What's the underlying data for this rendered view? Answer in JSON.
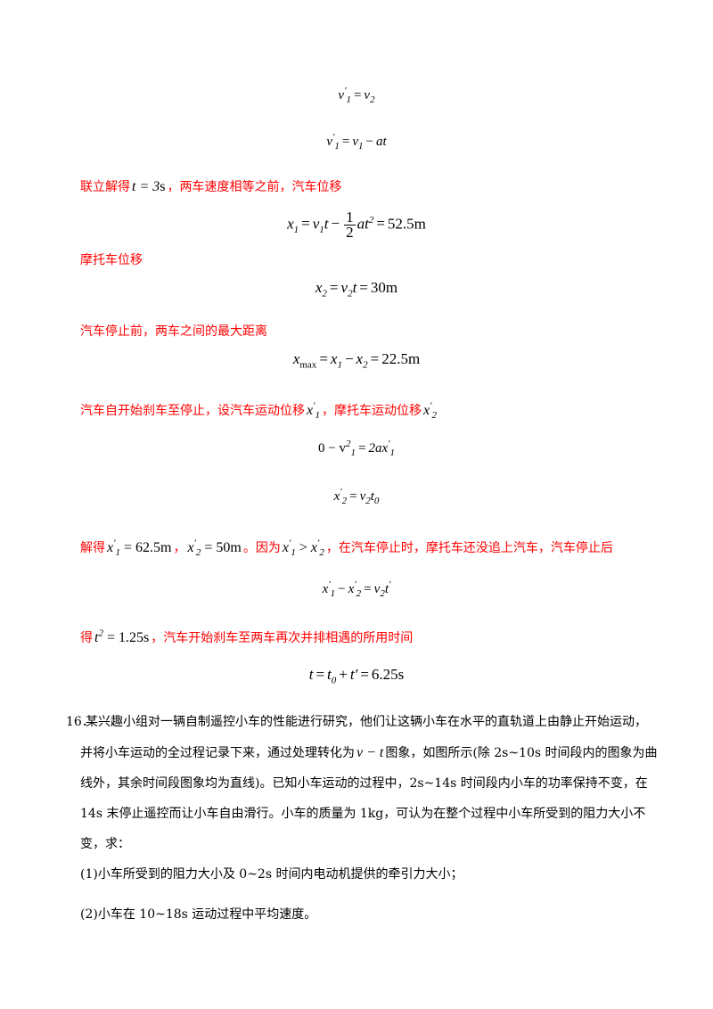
{
  "eq1": {
    "lhs": "v",
    "lhs_sub": "1",
    "prime": "'",
    "rhs": "v",
    "rhs_sub": "2"
  },
  "eq2": {
    "lhs": "v",
    "lhs_sub": "1",
    "prime": "'",
    "rhs_a": "v",
    "rhs_a_sub": "1",
    "minus": "−",
    "rhs_b": "at"
  },
  "red1": {
    "pre": "联立解得",
    "math": "t = 3",
    "unit": "s",
    "post": "，两车速度相等之前，汽车位移"
  },
  "eq3": {
    "lhs": "x",
    "lhs_sub": "1",
    "t1": "v",
    "t1_sub": "1",
    "t1_var": "t",
    "minus": "−",
    "frac_num": "1",
    "frac_den": "2",
    "t2": "at",
    "t2_sup": "2",
    "equals": "=",
    "result": "52.5m"
  },
  "red2": {
    "text": "摩托车位移"
  },
  "eq4": {
    "lhs": "x",
    "lhs_sub": "2",
    "rhs": "v",
    "rhs_sub": "2",
    "rhs_var": "t",
    "result": "30m"
  },
  "red3": {
    "text": "汽车停止前，两车之间的最大距离"
  },
  "eq5": {
    "lhs": "x",
    "lhs_sub": "max",
    "a": "x",
    "a_sub": "1",
    "minus": "−",
    "b": "x",
    "b_sub": "2",
    "result": "22.5m"
  },
  "red4": {
    "pre": "汽车自开始刹车至停止，设汽车运动位移",
    "m1": "x",
    "m1_sub": "1",
    "mid": "，摩托车运动位移",
    "m2": "x",
    "m2_sub": "2",
    "prime": "'"
  },
  "eq6": {
    "lhs": "0 − v",
    "lhs_sub": "1",
    "lhs_sup": "2",
    "rhs": "2ax",
    "rhs_sub": "1",
    "prime": "'"
  },
  "eq7": {
    "lhs": "x",
    "lhs_sub": "2",
    "prime": "'",
    "rhs": "v",
    "rhs_sub": "2",
    "rhs_var": "t",
    "rhs_var_sub": "0"
  },
  "red5": {
    "pre": "解得",
    "m1": "x",
    "m1_sub": "1",
    "m1_val": "= 62.5m",
    "comma": "，",
    "m2": "x",
    "m2_sub": "2",
    "m2_val": "= 50m",
    "mid": "。因为",
    "m3": "x",
    "m3_sub": "1",
    "gt": ">",
    "m4": "x",
    "m4_sub": "2",
    "post": "，在汽车停止时，摩托车还没追上汽车，汽车停止后",
    "prime": "'"
  },
  "eq8": {
    "a": "x",
    "a_sub": "1",
    "minus": "−",
    "b": "x",
    "b_sub": "2",
    "rhs": "v",
    "rhs_sub": "2",
    "rhs_var": "t",
    "prime": "'"
  },
  "red6": {
    "pre": "得",
    "m": "t",
    "m_sup": "2",
    "m_val": "= 1.25s",
    "post": "，汽车开始刹车至两车再次并排相遇的所用时间"
  },
  "eq9": {
    "lhs": "t",
    "rhs_a": "t",
    "rhs_a_sub": "0",
    "plus": "+",
    "rhs_b": "t′",
    "result": "6.25s"
  },
  "question": {
    "number": "16．",
    "line1": "某兴趣小组对一辆自制遥控小车的性能进行研究，他们让这辆小车在水平的直轨道上由静止开始运动，",
    "line2_pre": "并将小车运动的全过程记录下来，通过处理转化为",
    "line2_math": "v − t",
    "line2_post": "图象，如图所示(除 2s~10s 时间段内的图象为曲",
    "line3": "线外，其余时间段图象均为直线)。已知小车运动的过程中，2s~14s 时间段内小车的功率保持不变，在",
    "line4": "14s 末停止遥控而让小车自由滑行。小车的质量为 1kg，可认为在整个过程中小车所受到的阻力大小不",
    "line5": "变，求：",
    "sub1": "(1)小车所受到的阻力大小及 0~2s 时间内电动机提供的牵引力大小；",
    "sub2": "(2)小车在 10~18s 运动过程中平均速度。"
  }
}
